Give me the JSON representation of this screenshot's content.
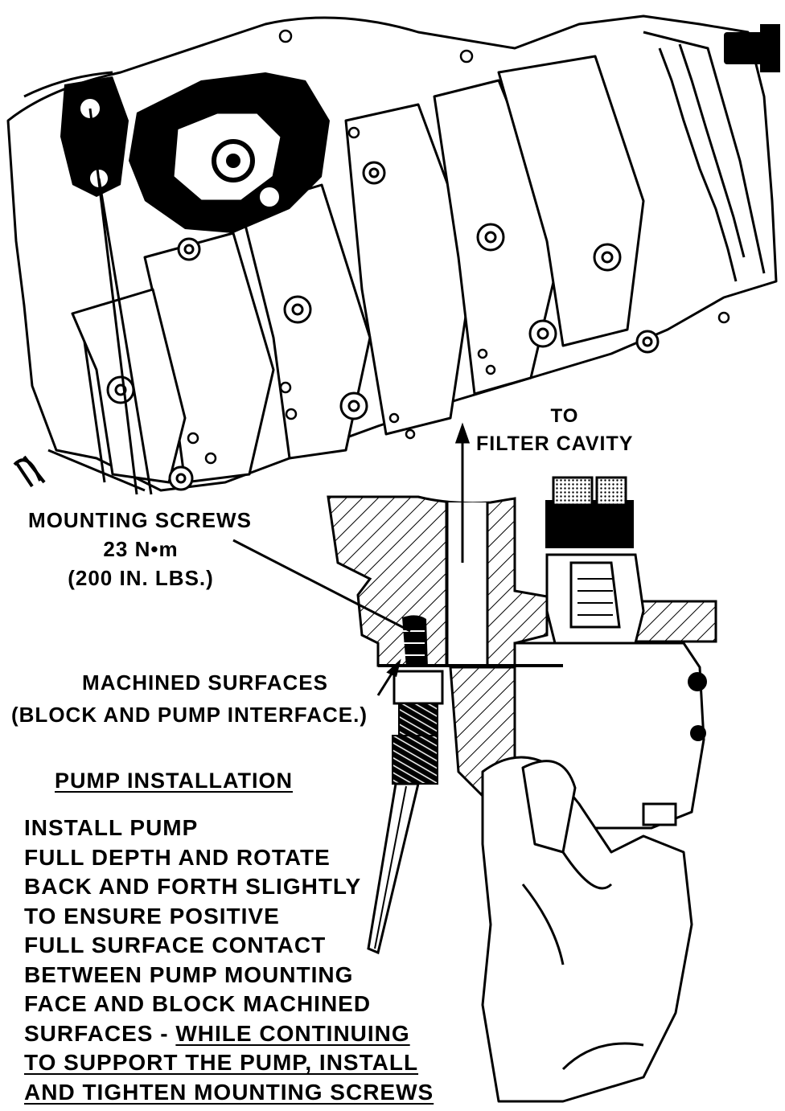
{
  "labels": {
    "to_filter_cavity_line1": "TO",
    "to_filter_cavity_line2": "FILTER CAVITY",
    "mounting_screws_title": "MOUNTING SCREWS",
    "mounting_screws_torque_metric": "23 N•m",
    "mounting_screws_torque_imperial": "(200 IN. LBS.)",
    "machined_surfaces_title": "MACHINED SURFACES",
    "machined_surfaces_detail": "(BLOCK AND PUMP INTERFACE.)"
  },
  "procedure": {
    "heading": "PUMP INSTALLATION",
    "lines": [
      "INSTALL PUMP",
      "FULL DEPTH AND ROTATE",
      "BACK AND FORTH SLIGHTLY",
      "TO ENSURE POSITIVE",
      "FULL SURFACE CONTACT",
      "BETWEEN PUMP MOUNTING",
      "FACE AND BLOCK MACHINED"
    ],
    "line8_plain": "SURFACES - ",
    "line8_emphasis": "WHILE CONTINUING",
    "line9_emphasis": "TO SUPPORT THE PUMP, INSTALL",
    "line10_emphasis": "AND TIGHTEN MOUNTING SCREWS"
  }
}
